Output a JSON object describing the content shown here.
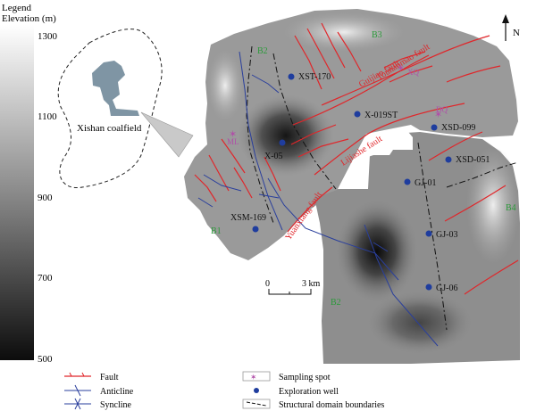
{
  "legend": {
    "title": "Legend",
    "subtitle": "Elevation (m)",
    "scale_ticks": [
      "1300",
      "1100",
      "900",
      "700",
      "500"
    ],
    "gradient_top_color": "#ffffff",
    "gradient_bottom_color": "#0c0c0c"
  },
  "inset": {
    "label": "Xishan coalfield",
    "fill_color": "#7f95a4"
  },
  "north_label": "N",
  "scale_bar": {
    "start": "0",
    "end": "3 km"
  },
  "domains": [
    "B1",
    "B2",
    "B3",
    "B4"
  ],
  "wells": [
    "XST-170",
    "X-019ST",
    "XSD-099",
    "XSD-051",
    "X-05",
    "GJ-01",
    "GJ-03",
    "GJ-06",
    "XSM-169"
  ],
  "sampling_spots": [
    "XQ",
    "DQ",
    "ML"
  ],
  "faults": [
    "Guijiao fault",
    "Tounanmao fault",
    "Lijiashe fault",
    "Yuanxiang fault"
  ],
  "key": {
    "fault": "Fault",
    "anticline": "Anticline",
    "syncline": "Syncline",
    "sampling_spot": "Sampling spot",
    "exploration_well": "Exploration well",
    "boundary": "Structural domain boundaries"
  },
  "colors": {
    "fault": "#e0262a",
    "fold": "#2a3f9c",
    "well": "#1f3d9e",
    "sampling": "#b04fa8",
    "domain_label": "#2b9a3a"
  }
}
